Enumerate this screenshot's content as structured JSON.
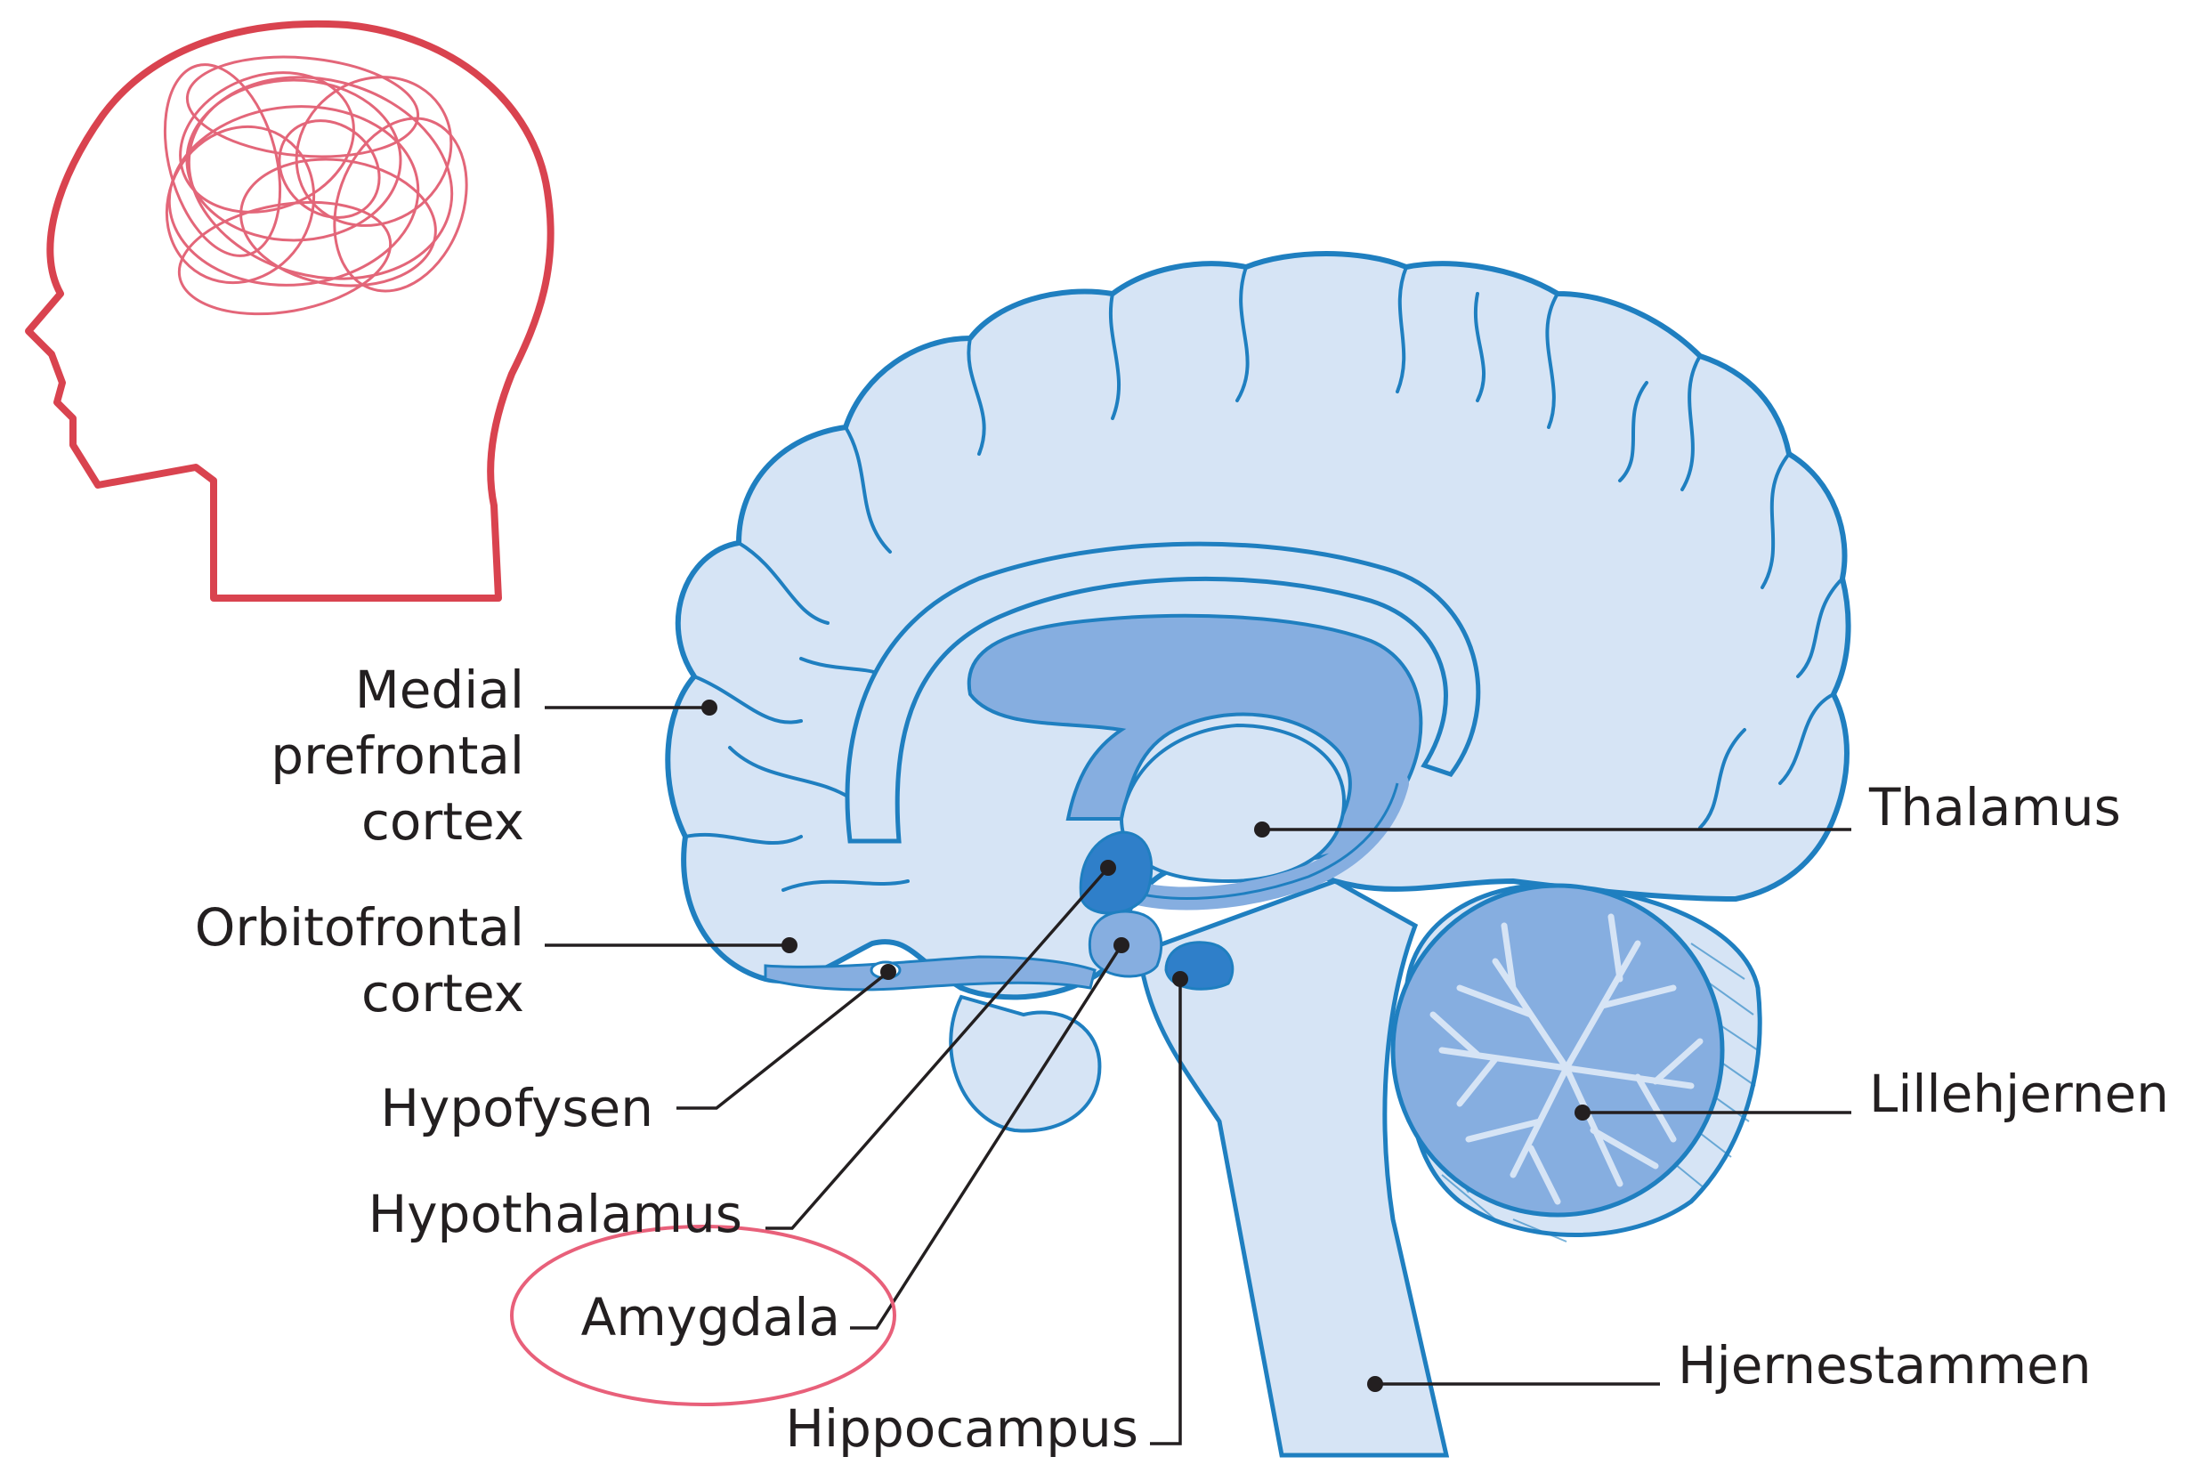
{
  "labels": {
    "medial_prefrontal_cortex": [
      "Medial",
      "prefrontal",
      "cortex"
    ],
    "orbitofrontal_cortex": [
      "Orbitofrontal",
      "cortex"
    ],
    "hypofysen": "Hypofysen",
    "hypothalamus": "Hypothalamus",
    "amygdala": "Amygdala",
    "hippocampus": "Hippocampus",
    "thalamus": "Thalamus",
    "lillehjernen": "Lillehjernen",
    "hjernestammen": "Hjernestammen"
  },
  "highlight": {
    "target": "amygdala",
    "color": "#e8607a"
  },
  "colors": {
    "head_outline": "#d9434f",
    "scribble": "#e0566b",
    "brain_fill": "#d6e4f5",
    "brain_outline": "#1f7fc0",
    "ventricle_fill": "#86aee0",
    "structure_fill": "#2f7fc9",
    "leader_line": "#231f20"
  },
  "icons": [
    "head-profile-icon",
    "tangled-thoughts-icon"
  ]
}
